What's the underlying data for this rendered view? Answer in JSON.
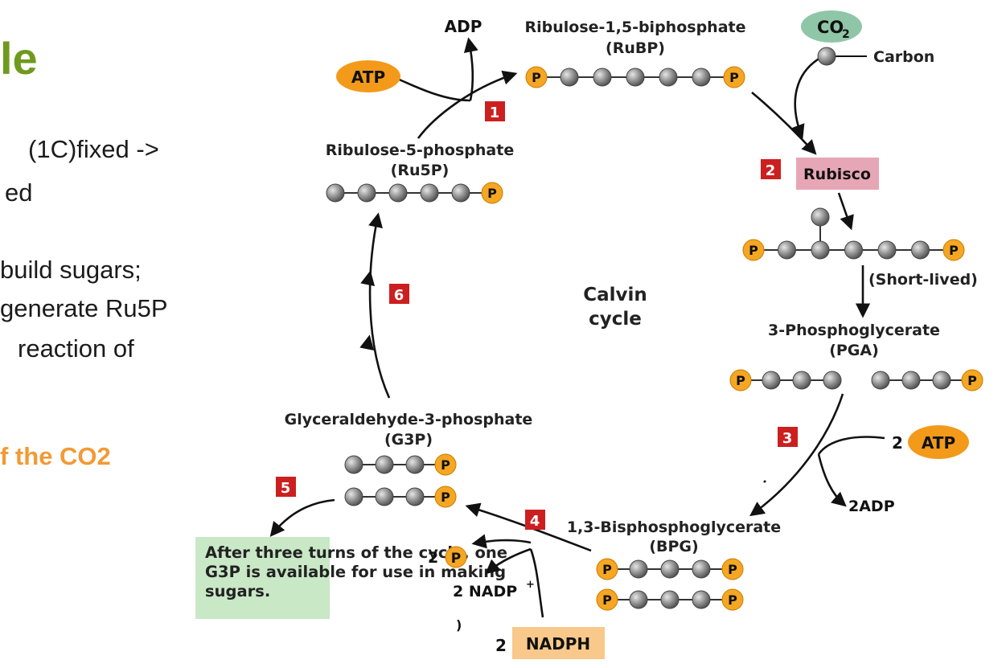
{
  "slide": {
    "title": "le",
    "body_lines": [
      "(1C)fixed ->",
      "ed",
      "build sugars;",
      "generate Ru5P",
      "reaction of"
    ],
    "highlight": "f the CO2"
  },
  "diagram": {
    "center_label": [
      "Calvin",
      "cycle"
    ],
    "molecules": {
      "rubp": [
        "Ribulose-1,5-biphosphate",
        "(RuBP)"
      ],
      "ru5p": [
        "Ribulose-5-phosphate",
        "(Ru5P)"
      ],
      "pga": [
        "3-Phosphoglycerate",
        "(PGA)"
      ],
      "bpg": [
        "1,3-Bisphosphoglycerate",
        "(BPG)"
      ],
      "g3p": [
        "Glyceraldehyde-3-phosphate",
        "(G3P)"
      ],
      "intermediate_note": "(Short-lived)"
    },
    "inputs": {
      "co2": "CO",
      "co2_subscript": "2",
      "carbon_label": "Carbon",
      "atp_top": "ATP",
      "adp_top": "ADP",
      "atp_right_count": "2",
      "atp_right": "ATP",
      "adp_right": "2ADP",
      "nadph_count": "2",
      "nadph": "NADPH",
      "nadp_label": "2 NADP",
      "nadp_superscript": "+",
      "pi_count": "2",
      "stray_mark": ")"
    },
    "enzyme": "Rubisco",
    "phosphate_symbol": "P",
    "steps": [
      "1",
      "2",
      "3",
      "4",
      "5",
      "6"
    ],
    "note": [
      "After three turns of the cycle, one",
      "G3P is available for use in making",
      "sugars."
    ]
  },
  "colors": {
    "title_green": "#6f9a1e",
    "highlight_orange": "#f29a35",
    "phosphate": "#f5a623",
    "atp": "#f39a1a",
    "step_red": "#cc1f1f",
    "rubisco_pink": "#e7a6b6",
    "co2_green": "#8fc6a8",
    "nadph_tan": "#f8c98a",
    "note_green": "#c9e8c6",
    "carbon_gray": "#8a8a8a"
  }
}
